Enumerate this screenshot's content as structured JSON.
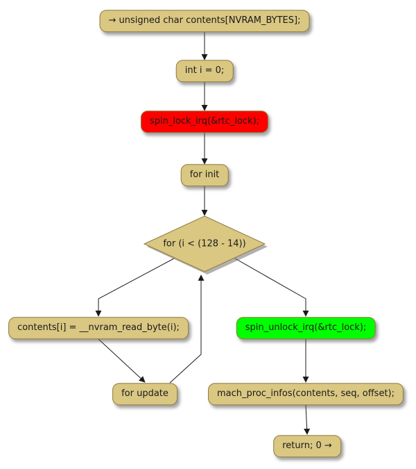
{
  "diagram": {
    "nodes": {
      "start": {
        "label": "→ unsigned char contents[NVRAM_BYTES];",
        "fill": "#D9C782"
      },
      "init_i": {
        "label": "int i = 0;",
        "fill": "#D9C782"
      },
      "spin_lock": {
        "label": "spin_lock_irq(&rtc_lock);",
        "fill": "#FF0000"
      },
      "for_init": {
        "label": "for init",
        "fill": "#D9C782"
      },
      "loop_condition": {
        "label": "for (i < (128 - 14))",
        "fill": "#D9C782"
      },
      "read_byte": {
        "label": "contents[i] = __nvram_read_byte(i);",
        "fill": "#D9C782"
      },
      "for_update": {
        "label": "for update",
        "fill": "#D9C782"
      },
      "spin_unlock": {
        "label": "spin_unlock_irq(&rtc_lock);",
        "fill": "#00FF00"
      },
      "proc_infos": {
        "label": "mach_proc_infos(contents, seq, offset);",
        "fill": "#D9C782"
      },
      "return_stmt": {
        "label": "return; 0 →",
        "fill": "#D9C782"
      }
    },
    "colors": {
      "node_fill": "#D9C782",
      "node_border": "#8F7A3C",
      "lock_fill": "#FF0000",
      "unlock_fill": "#00FF00",
      "edge": "#1A1A1A",
      "background": "#FFFFFF"
    }
  }
}
